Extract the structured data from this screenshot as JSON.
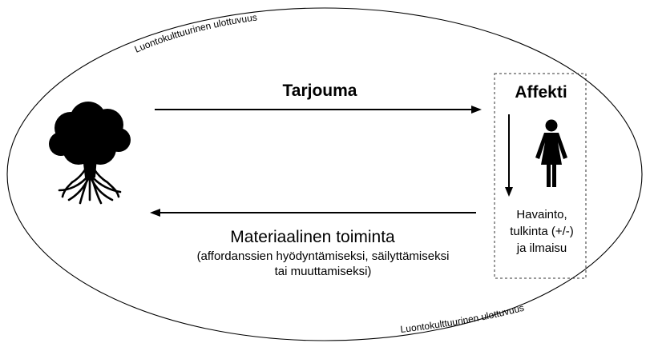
{
  "ellipse_label_top": "Luontokulttuurinen ulottuvuus",
  "ellipse_label_bottom": "Luontokulttuurinen ulottuvuus",
  "top_arrow_label": "Tarjouma",
  "affect_box": {
    "title": "Affekti",
    "lines": [
      "Havainto,",
      "tulkinta (+/-)",
      "ja ilmaisu"
    ]
  },
  "bottom_arrow": {
    "label": "Materiaalinen toiminta",
    "note_lines": [
      "(affordanssien hyödyntämiseksi, säilyttämiseksi",
      "tai muuttamiseksi)"
    ]
  },
  "icons": [
    "tree-icon",
    "person-icon"
  ]
}
